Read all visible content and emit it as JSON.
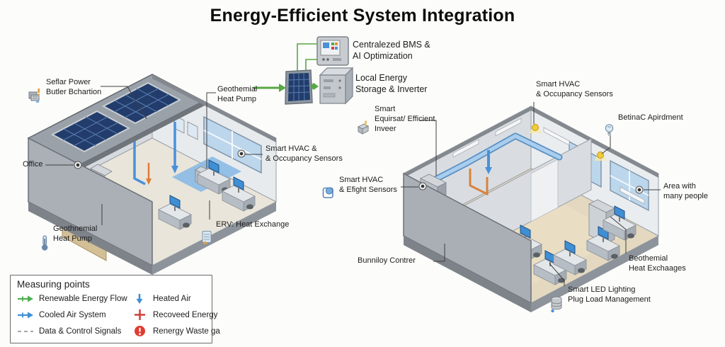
{
  "title": "Energy-Efficient System Integration",
  "center": {
    "bms": "Centralezed BMS &\nAI Optimization",
    "storage": "Local Energy\nStorage & Inverter"
  },
  "left_building": {
    "solar_power": "Seflar Power\nButler Bchartion",
    "geothermal_top": "Geothemial\nHeat Pump",
    "smart_hvac": "Smart HVAC &\n& Occupancy Sensors",
    "office": "Office",
    "geothermal_bottom": "Geothnemial\nHeat Pump",
    "erv": "ERV: Heat Exchange"
  },
  "right_building": {
    "smart_hvac_occupancy": "Smart HVAC\n& Occupancy Sensors",
    "apartment": "BetinaC Apirdment",
    "smart_equipment": "Smart\nEquirsat/ Efficient\nInveer",
    "smart_hvac_sensors": "Smart HVAC\n& Efight Sensors",
    "area_with_people": "Area with\nmany people",
    "occupancy_control": "Bunniloy Contrer",
    "geothermal_exchange": "Beothemial\nHeat Exchaages",
    "led_lighting": "Smart LED Lighting\nPlug Load Management"
  },
  "legend": {
    "title": "Measuring points",
    "items": [
      {
        "symbol": "green-arrow-right",
        "label": "Renewable Energy Flow",
        "color": "#4CAF50"
      },
      {
        "symbol": "blue-arrow-down",
        "label": "Heated Air",
        "color": "#3F8FD4"
      },
      {
        "symbol": "blue-arrow-right",
        "label": "Cooled Air System",
        "color": "#3F8FD4"
      },
      {
        "symbol": "red-plus",
        "label": "Recoveed Energy",
        "color": "#D0453C"
      },
      {
        "symbol": "gray-dashed-line",
        "label": "Data & Control Signals",
        "color": "#9A9A9A"
      },
      {
        "symbol": "red-warning-circle",
        "label": "Renergy Waste ga",
        "color": "#E03C31"
      }
    ]
  }
}
